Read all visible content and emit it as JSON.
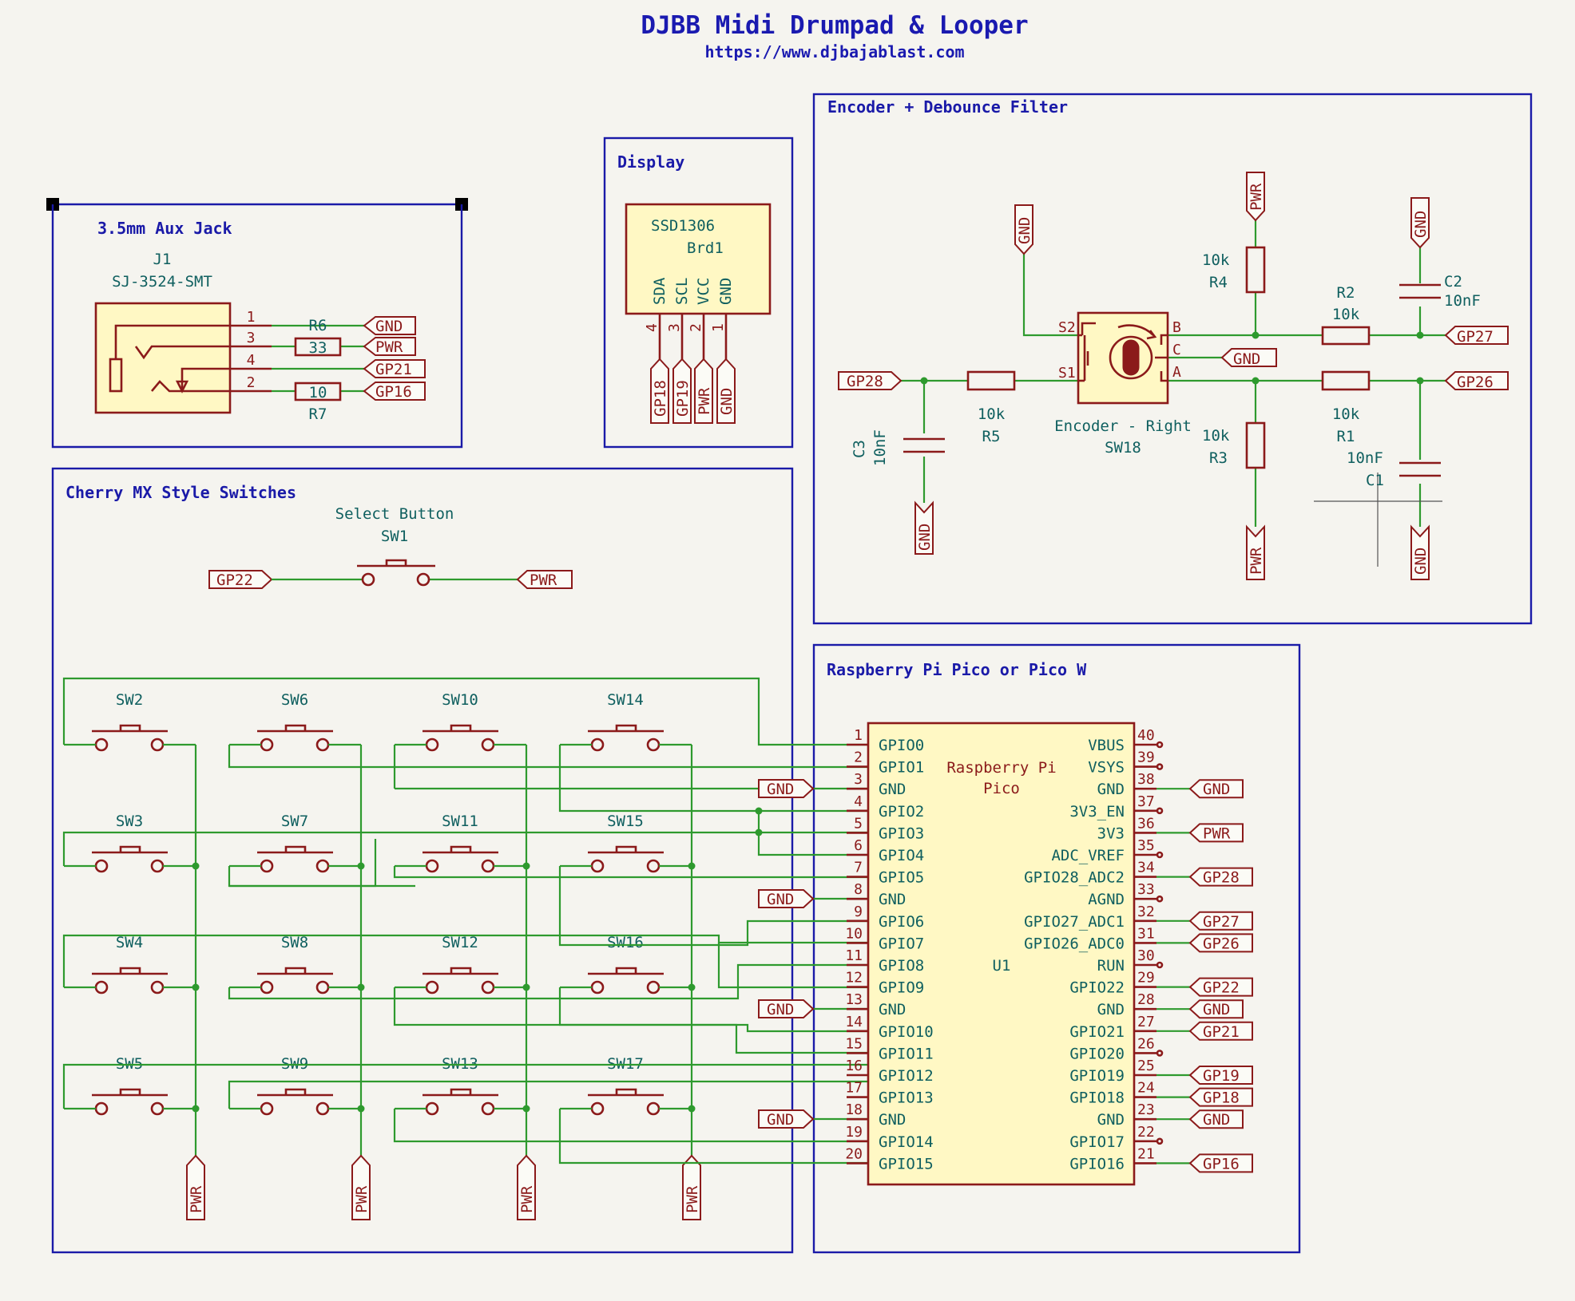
{
  "title": "DJBB Midi Drumpad & Looper",
  "subtitle": "https://www.djbajablast.com",
  "sections": {
    "aux": "3.5mm Aux Jack",
    "display": "Display",
    "encoder": "Encoder + Debounce Filter",
    "switches": "Cherry MX Style Switches",
    "pico": "Raspberry Pi Pico or Pico W"
  },
  "aux": {
    "ref": "J1",
    "value": "SJ-3524-SMT",
    "pins": [
      "1",
      "3",
      "4",
      "2"
    ],
    "r6": {
      "ref": "R6",
      "value": "33"
    },
    "r7": {
      "ref": "R7",
      "value": "10"
    },
    "labels": [
      "GND",
      "PWR",
      "GP21",
      "GP16"
    ]
  },
  "display": {
    "value": "SSD1306",
    "ref": "Brd1",
    "pins": [
      "SDA",
      "SCL",
      "VCC",
      "GND"
    ],
    "pin_nums": [
      "4",
      "3",
      "2",
      "1"
    ],
    "labels": [
      "GP18",
      "GP19",
      "PWR",
      "GND"
    ]
  },
  "encoder": {
    "ref": "SW18",
    "value": "Encoder - Right",
    "pins": {
      "s1": "S1",
      "s2": "S2",
      "a": "A",
      "b": "B",
      "c": "C"
    },
    "r1": {
      "ref": "R1",
      "value": "10k"
    },
    "r2": {
      "ref": "R2",
      "value": "10k"
    },
    "r3": {
      "ref": "R3",
      "value": "10k"
    },
    "r4": {
      "ref": "R4",
      "value": "10k"
    },
    "r5": {
      "ref": "R5",
      "value": "10k"
    },
    "c1": {
      "ref": "C1",
      "value": "10nF"
    },
    "c2": {
      "ref": "C2",
      "value": "10nF"
    },
    "c3": {
      "ref": "C3",
      "value": "10nF"
    },
    "labels": {
      "gp28": "GP28",
      "gp27": "GP27",
      "gp26": "GP26",
      "gnd": "GND",
      "pwr": "PWR"
    }
  },
  "select_button": {
    "name": "Select Button",
    "ref": "SW1",
    "left": "GP22",
    "right": "PWR"
  },
  "switch_refs": [
    [
      "SW2",
      "SW6",
      "SW10",
      "SW14"
    ],
    [
      "SW3",
      "SW7",
      "SW11",
      "SW15"
    ],
    [
      "SW4",
      "SW8",
      "SW12",
      "SW16"
    ],
    [
      "SW5",
      "SW9",
      "SW13",
      "SW17"
    ]
  ],
  "switch_pwr": "PWR",
  "switch_gnd": "GND",
  "pico": {
    "name1": "Raspberry Pi",
    "name2": "Pico",
    "ref": "U1",
    "left_pins": [
      {
        "n": "1",
        "name": "GPIO0"
      },
      {
        "n": "2",
        "name": "GPIO1"
      },
      {
        "n": "3",
        "name": "GND"
      },
      {
        "n": "4",
        "name": "GPIO2"
      },
      {
        "n": "5",
        "name": "GPIO3"
      },
      {
        "n": "6",
        "name": "GPIO4"
      },
      {
        "n": "7",
        "name": "GPIO5"
      },
      {
        "n": "8",
        "name": "GND"
      },
      {
        "n": "9",
        "name": "GPIO6"
      },
      {
        "n": "10",
        "name": "GPIO7"
      },
      {
        "n": "11",
        "name": "GPIO8"
      },
      {
        "n": "12",
        "name": "GPIO9"
      },
      {
        "n": "13",
        "name": "GND"
      },
      {
        "n": "14",
        "name": "GPIO10"
      },
      {
        "n": "15",
        "name": "GPIO11"
      },
      {
        "n": "16",
        "name": "GPIO12"
      },
      {
        "n": "17",
        "name": "GPIO13"
      },
      {
        "n": "18",
        "name": "GND"
      },
      {
        "n": "19",
        "name": "GPIO14"
      },
      {
        "n": "20",
        "name": "GPIO15"
      }
    ],
    "right_pins": [
      {
        "n": "40",
        "name": "VBUS",
        "label": ""
      },
      {
        "n": "39",
        "name": "VSYS",
        "label": ""
      },
      {
        "n": "38",
        "name": "GND",
        "label": "GND"
      },
      {
        "n": "37",
        "name": "3V3_EN",
        "label": ""
      },
      {
        "n": "36",
        "name": "3V3",
        "label": "PWR"
      },
      {
        "n": "35",
        "name": "ADC_VREF",
        "label": ""
      },
      {
        "n": "34",
        "name": "GPIO28_ADC2",
        "label": "GP28"
      },
      {
        "n": "33",
        "name": "AGND",
        "label": ""
      },
      {
        "n": "32",
        "name": "GPIO27_ADC1",
        "label": "GP27"
      },
      {
        "n": "31",
        "name": "GPIO26_ADC0",
        "label": "GP26"
      },
      {
        "n": "30",
        "name": "RUN",
        "label": ""
      },
      {
        "n": "29",
        "name": "GPIO22",
        "label": "GP22"
      },
      {
        "n": "28",
        "name": "GND",
        "label": "GND"
      },
      {
        "n": "27",
        "name": "GPIO21",
        "label": "GP21"
      },
      {
        "n": "26",
        "name": "GPIO20",
        "label": ""
      },
      {
        "n": "25",
        "name": "GPIO19",
        "label": "GP19"
      },
      {
        "n": "24",
        "name": "GPIO18",
        "label": "GP18"
      },
      {
        "n": "23",
        "name": "GND",
        "label": "GND"
      },
      {
        "n": "22",
        "name": "GPIO17",
        "label": ""
      },
      {
        "n": "21",
        "name": "GPIO16",
        "label": "GP16"
      }
    ]
  }
}
